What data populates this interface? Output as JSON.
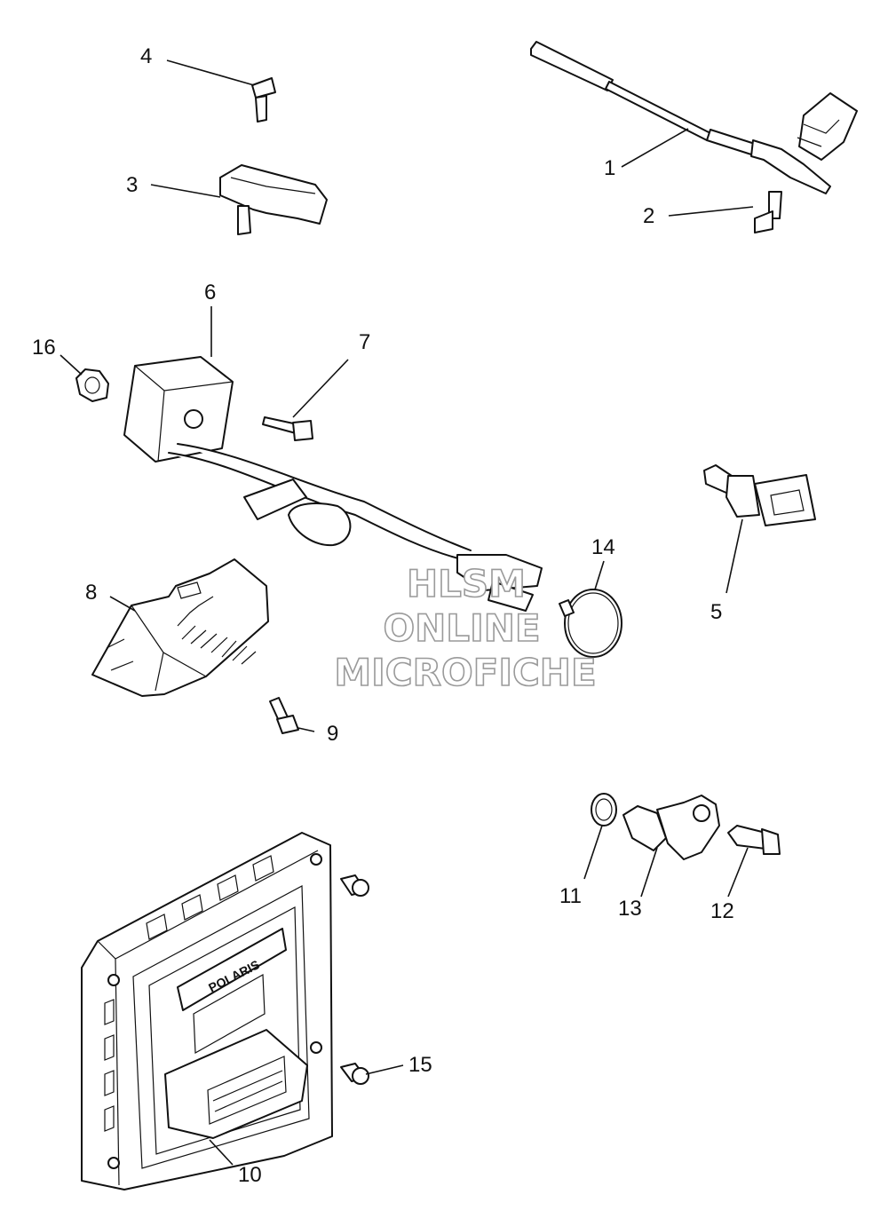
{
  "diagram": {
    "callouts": [
      "1",
      "2",
      "3",
      "4",
      "5",
      "6",
      "7",
      "8",
      "9",
      "10",
      "11",
      "12",
      "13",
      "14",
      "15",
      "16"
    ],
    "logo_text": "POLARIS",
    "watermark": {
      "line1": "HLSM",
      "line2": "ONLINE",
      "line3": "MICROFICHE"
    }
  }
}
